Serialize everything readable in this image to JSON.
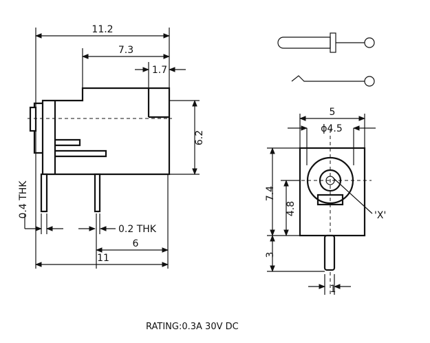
{
  "dimensions": {
    "overall_length_top": "11.2",
    "body_to_front": "7.3",
    "front_step": "1.7",
    "height": "6.2",
    "pin_thickness_left": "0.4 THK",
    "pin_thickness_mid": "0.2 THK",
    "pin_spacing": "6",
    "overall_length_bottom": "11",
    "front_width": "5",
    "hole_diameter": "ϕ4.5",
    "front_height": "7.4",
    "center_height": "4.8",
    "pin_length": "3",
    "pin_width": "1"
  },
  "callout_label": "'X'",
  "rating": "RATING:0.3A 30V DC"
}
